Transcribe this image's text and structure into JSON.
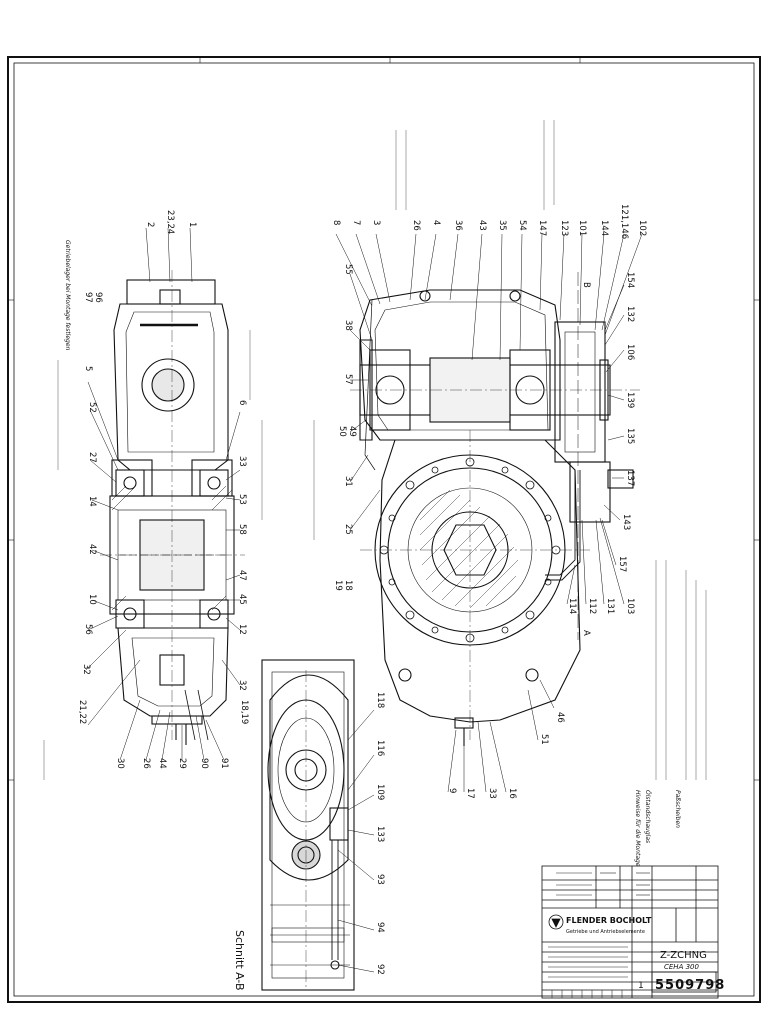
{
  "title_block": {
    "company": "FLENDER BOCHOLT",
    "company_sub": "Getriebe und Antriebselemente",
    "drawing_title": "Z-ZCHNG",
    "model": "CEHA 300",
    "drawing_number": "5509798",
    "sheet": "1"
  },
  "section_label": "Schnitt A-B",
  "section_marks": {
    "a": "A",
    "b": "B"
  },
  "part_labels": {
    "left": [
      "2",
      "23,24",
      "1",
      "96",
      "97",
      "5",
      "52",
      "27",
      "14",
      "42",
      "10",
      "56",
      "32",
      "21,22",
      "30",
      "26",
      "44",
      "29",
      "90",
      "91",
      "18,19",
      "6",
      "33",
      "53",
      "58",
      "47",
      "45",
      "12",
      "32"
    ],
    "right": [
      "8",
      "7",
      "3",
      "26",
      "4",
      "36",
      "43",
      "35",
      "54",
      "147",
      "123",
      "101",
      "144",
      "121,146",
      "102",
      "55",
      "38",
      "57",
      "49",
      "50",
      "31",
      "25",
      "154",
      "132",
      "106",
      "139",
      "135",
      "137",
      "143",
      "157",
      "103",
      "131",
      "112",
      "114",
      "18",
      "19",
      "46",
      "51",
      "16",
      "33",
      "17",
      "9"
    ],
    "bottom": [
      "118",
      "116",
      "109",
      "133",
      "93",
      "94",
      "92"
    ]
  },
  "notes": {
    "assembly_title": "Hinweise für die Montage",
    "n1": "Ölstandschauglas",
    "n2": "Getriebelager bei Montage festlegen",
    "n3": "Paßscheiben"
  }
}
